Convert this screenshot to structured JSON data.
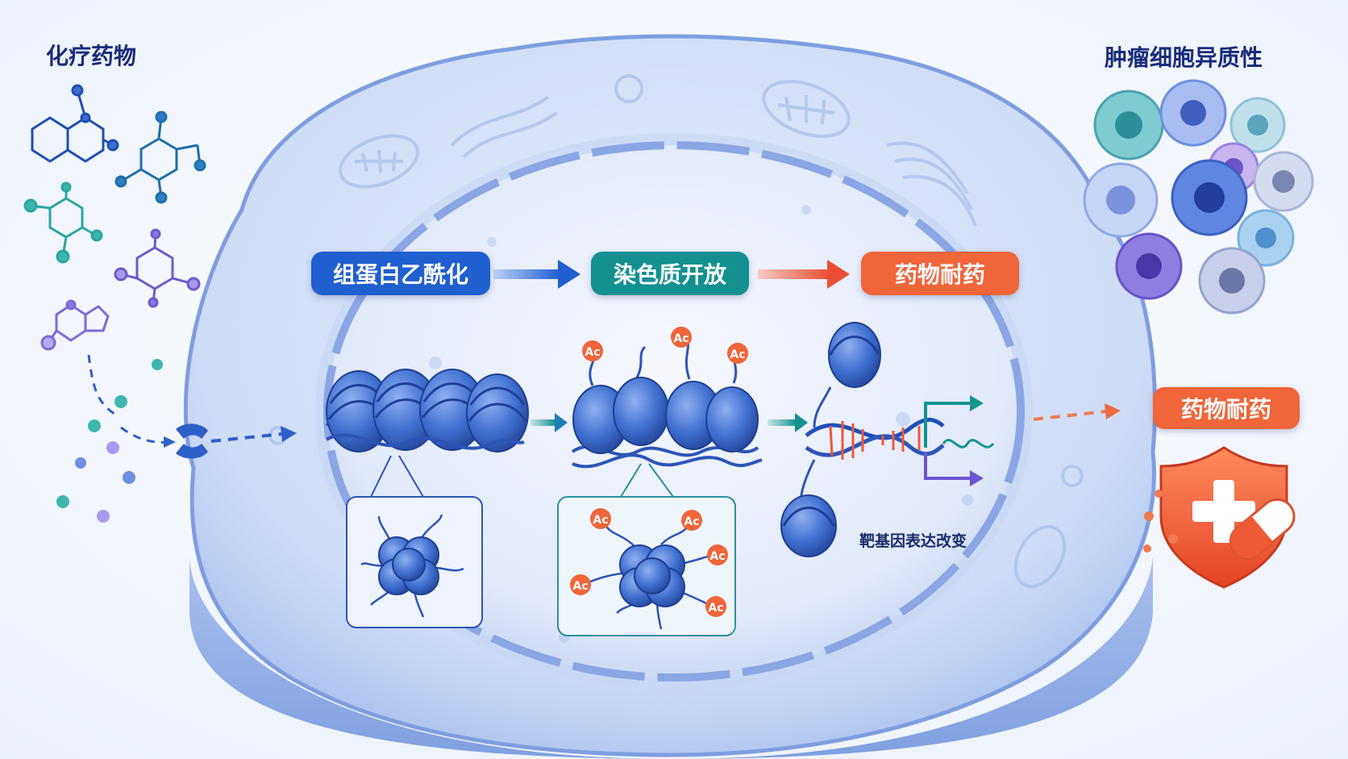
{
  "labels": {
    "chemo_title": "化疗药物",
    "heterogeneity_title": "肿瘤细胞异质性",
    "step1": "组蛋白乙酰化",
    "step2": "染色质开放",
    "step3": "药物耐药",
    "outcome": "药物耐药",
    "gene_expression": "靶基因表达改变",
    "acetyl_tag": "Ac"
  },
  "colors": {
    "step1": "#1f5fcf",
    "step2": "#149090",
    "step3": "#f0653a",
    "outcome": "#f0653a",
    "title_text": "#1b2c7a",
    "nucleosome": "#3e6fcf"
  },
  "icons": [
    "molecule-icon",
    "receptor-icon",
    "nucleosome-icon",
    "dna-helix-icon",
    "shield-icon",
    "pill-capsule-icon",
    "tumor-cell-icon"
  ]
}
